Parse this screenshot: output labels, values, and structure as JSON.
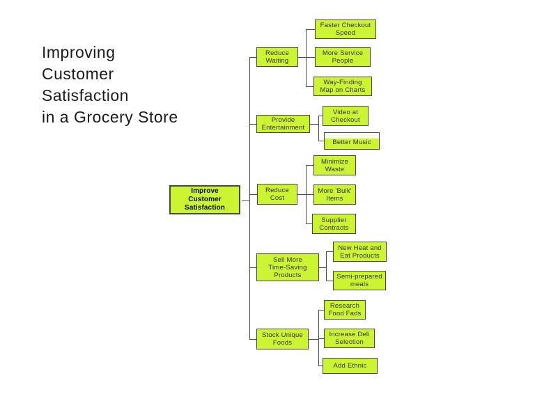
{
  "title": {
    "text": "Improving\nCustomer\nSatisfaction\nin a Grocery Store"
  },
  "colors": {
    "page_bg": "#ffffff",
    "node_fill": "#ccf433",
    "node_border": "#474747",
    "connector": "#4a4a4a",
    "node_text": "#333333",
    "root_text": "#0a0a0a",
    "title_text": "#1b1b1b"
  },
  "tree": {
    "root": {
      "label": "Improve\nCustomer\nSatisfaction"
    },
    "branches": [
      {
        "label": "Reduce\nWaiting",
        "children": [
          "Faster Checkout\nSpeed",
          "More Service\nPeople",
          "Way-Finding\nMap on Charts"
        ]
      },
      {
        "label": "Provide\nEntertainment",
        "children": [
          "Video at\nCheckout",
          "Better Music"
        ]
      },
      {
        "label": "Reduce\nCost",
        "children": [
          "Minimize\nWaste",
          "More 'Bulk'\nItems",
          "Supplier\nContracts"
        ]
      },
      {
        "label": "Sell More\nTime-Saving\nProducts",
        "children": [
          "New Heat and\nEat Products",
          "Semi-prepared\nmeals"
        ]
      },
      {
        "label": "Stock Unique\nFoods",
        "children": [
          "Research\nFood Fads",
          "Increase Deli\nSelection",
          "Add Ethnic"
        ]
      }
    ]
  }
}
